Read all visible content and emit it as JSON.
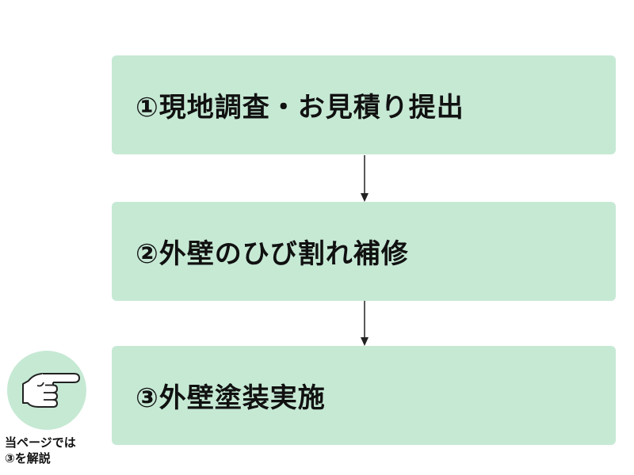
{
  "steps": [
    {
      "label": "①現地調査・お見積り提出"
    },
    {
      "label": "②外壁のひび割れ補修"
    },
    {
      "label": "③外壁塗装実施"
    }
  ],
  "pointer": {
    "icon": "pointing-hand-icon",
    "note_line1": "当ページでは",
    "note_line2": "③を解説"
  },
  "colors": {
    "box_fill": "#c6e9d4",
    "arrow": "#222222",
    "text": "#111111"
  }
}
